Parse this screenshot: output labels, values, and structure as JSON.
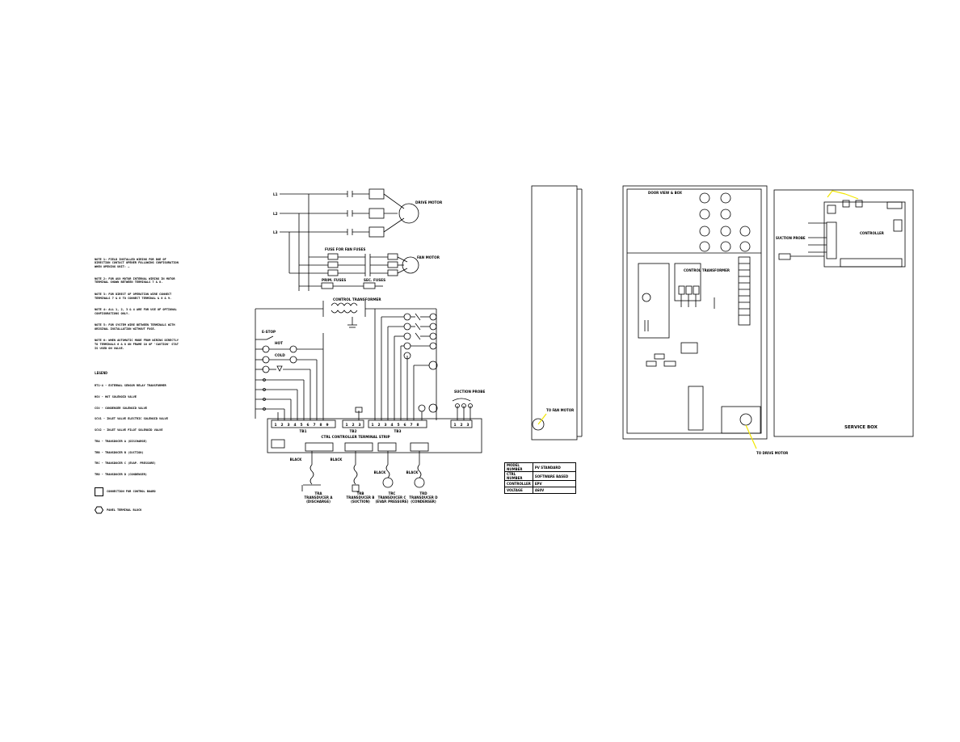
{
  "notes": {
    "note1": "NOTE 1: FIELD INSTALLED WIRING FOR DOE OF DIRECTION CONTACT OPENER FOLLOWING CONFIGURATION WHEN OPENING UNIT: —",
    "note2": "NOTE 2: FOR AUX MOTOR INTERNAL WIRING IN MOTOR TERMINAL SHOWN BETWEEN TERMINALS 7 & 8.",
    "note3": "NOTE 3: FOR DIRECT OF OPERATION WIRE CONNECT TERMINALS 7 & 8 TO CONNECT TERMINAL & 8 & 9.",
    "note4": "NOTE 4: ALL 1, 2, 3 & 4 ARE FOR USE OF OPTIONAL CONFIGURATIONS ONLY.",
    "note5": "NOTE 5: FOR SYSTEM WIRE BETWEEN TERMINALS WITH ORIGINAL INSTALLATION WITHOUT FUSE.",
    "note6": "NOTE 6: WHEN AUTOMATIC MODE FROM WIRING DIRECTLY TO TERMINALS 6 & 8 ON FRAME 10 OF 'CAUTION' STAT IS USED ON VALVE."
  },
  "legend": {
    "title": "LEGEND",
    "items": [
      "RT1-4 - EXTERNAL SENSOR RELAY TRANSFORMER",
      "HSV - HOT SOLENOID VALVE",
      "CSV - CONDENSER SOLENOID VALVE",
      "SCV1 - INLET VALVE ELECTRIC SOLENOID VALVE",
      "SCV2 - INLET VALVE PILOT SOLENOID VALVE",
      "TRA - TRANSDUCER A (DISCHARGE)",
      "TRB - TRANSDUCER B (SUCTION)",
      "TRC - TRANSDUCER C (EVAP. PRESSURE)",
      "TRD - TRANSDUCER D (CONDENSER)"
    ],
    "square_label": "CONNECTION FOR CONTROL BOARD",
    "hex_label": "PANEL TERMINAL BLOCK"
  },
  "schematic": {
    "lines": [
      "L1",
      "L2",
      "L3"
    ],
    "motor_top": "DRIVE MOTOR",
    "motor_bottom": "FAN MOTOR",
    "fuses_label": "FUSE FOR FAN FUSES",
    "fuse_left": "PRIM. FUSES",
    "fuse_right": "SEC. FUSES",
    "transformer": "CONTROL TRANSFORMER",
    "estop": "E-STOP",
    "hot_label": "HOT",
    "cold_label": "COLD",
    "k_left": [
      "1",
      "2",
      "3",
      "4",
      "5",
      "6",
      "7",
      "8",
      "9"
    ],
    "k_right": [
      "1",
      "2",
      "3",
      "4",
      "5",
      "6",
      "7",
      "8"
    ],
    "kv": [
      "1",
      "2",
      "3"
    ],
    "tb_right": [
      "1",
      "2",
      "3"
    ],
    "tb_left_label": "TB1",
    "tb_mid_label": "TB2",
    "tb_right_label": "TB3",
    "controller_strip": "CTRL CONTROLLER TERMINAL STRIP",
    "transducers": [
      {
        "code": "TRA",
        "name": "TRANSDUCER A",
        "sub": "(DISCHARGE)",
        "wire": "BLACK"
      },
      {
        "code": "TRB",
        "name": "TRANSDUCER B",
        "sub": "(SUCTION)",
        "wire": "BLACK"
      },
      {
        "code": "TRC",
        "name": "TRANSDUCER C",
        "sub": "(EVAP. PRESSURE)",
        "wire": "BLACK"
      },
      {
        "code": "TRD",
        "name": "TRANSDUCER D",
        "sub": "(CONDENSER)",
        "wire": "BLACK"
      }
    ],
    "sensor_label": "SUCTION PROBE"
  },
  "panel_side": {
    "callout": "TO FAN MOTOR"
  },
  "panel_door": {
    "title": "DOOR VIEW & BOX",
    "callout": "TO DRIVE MOTOR",
    "center_label": "CONTROL TRANSFORMER"
  },
  "panel_controller": {
    "title": "SERVICE BOX",
    "board": "CONTROLLER",
    "sensor": "SUCTION PROBE"
  },
  "info_table": [
    {
      "k": "MODEL NUMBER",
      "v": "PV STANDARD"
    },
    {
      "k": "CTRL NUMBER",
      "v": "SOFTWARE BASED"
    },
    {
      "k": "CONTROLLER",
      "v": "EPV"
    },
    {
      "k": "VOLTAGE",
      "v": "460V"
    }
  ],
  "colors": {
    "line": "#000000",
    "callout": "#f2e600"
  }
}
